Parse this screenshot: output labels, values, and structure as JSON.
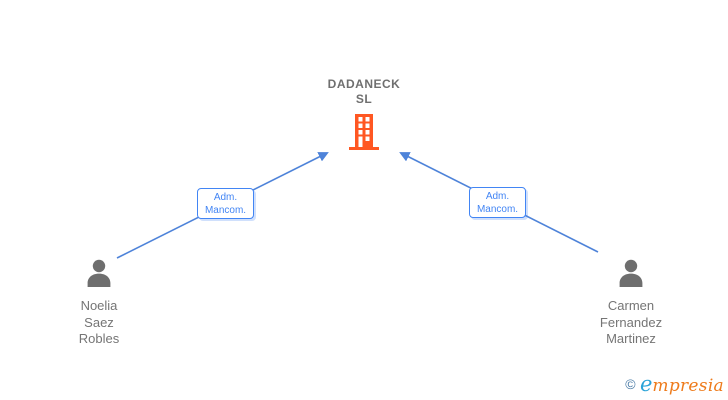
{
  "company": {
    "name_lines": [
      "DADANECK",
      "SL"
    ],
    "icon": "building-icon"
  },
  "edges": [
    {
      "label_lines": [
        "Adm.",
        "Mancom."
      ]
    },
    {
      "label_lines": [
        "Adm.",
        "Mancom."
      ]
    }
  ],
  "people": [
    {
      "name_lines": [
        "Noelia",
        "Saez",
        "Robles"
      ],
      "icon": "person-icon"
    },
    {
      "name_lines": [
        "Carmen",
        "Fernandez",
        "Martinez"
      ],
      "icon": "person-icon"
    }
  ],
  "branding": {
    "copyright_symbol": "©",
    "logo_first_letter": "e",
    "logo_rest": "mpresia"
  },
  "colors": {
    "accent_blue": "#4285F4",
    "line_blue": "#4e83d9",
    "building_orange": "#FF5722",
    "person_gray": "#6e6e6e",
    "text_gray": "#757575",
    "company_text_gray": "#6f6f6f",
    "logo_blue": "#2aa3d8",
    "logo_orange": "#ee7b1c",
    "copyright_blue": "#4a7ba6"
  }
}
